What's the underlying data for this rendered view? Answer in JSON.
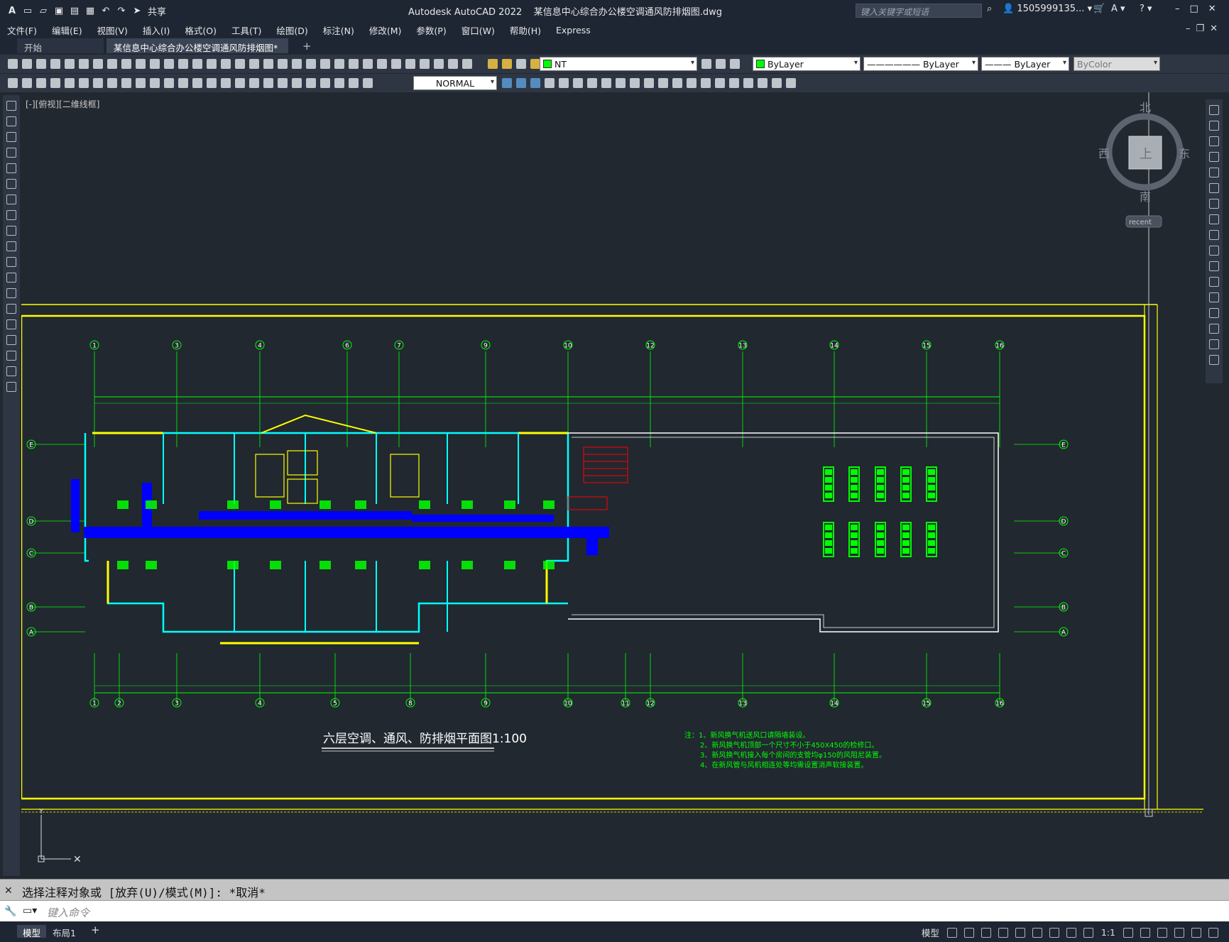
{
  "window": {
    "app_title": "Autodesk AutoCAD 2022",
    "doc_title": "某信息中心综合办公楼空调通风防排烟图.dwg",
    "search_placeholder": "键入关键字或短语",
    "user": "1505999135...",
    "share_label": "共享"
  },
  "menu": [
    "文件(F)",
    "编辑(E)",
    "视图(V)",
    "插入(I)",
    "格式(O)",
    "工具(T)",
    "绘图(D)",
    "标注(N)",
    "修改(M)",
    "参数(P)",
    "窗口(W)",
    "帮助(H)",
    "Express"
  ],
  "tabs": [
    {
      "label": "开始"
    },
    {
      "label": "某信息中心综合办公楼空调通风防排烟图*"
    }
  ],
  "toolbar": {
    "layer": "NT",
    "color": "ByLayer",
    "linetype": "ByLayer",
    "lineweight": "ByLayer",
    "plotstyle": "ByColor",
    "text_style": "NORMAL"
  },
  "viewport": {
    "label": "[-][俯视][二维线框]",
    "viewcube": {
      "north": "北",
      "south": "南",
      "east": "东",
      "west": "西",
      "face": "上",
      "recent": "recent"
    }
  },
  "drawing": {
    "title": "六层空调、通风、防排烟平面图1:100",
    "top_grid": [
      "1",
      "3",
      "4",
      "6",
      "7",
      "9",
      "10",
      "12",
      "13",
      "14",
      "15",
      "16"
    ],
    "bottom_grid": [
      "1",
      "2",
      "3",
      "4",
      "5",
      "8",
      "9",
      "10",
      "11",
      "12",
      "13",
      "14",
      "15",
      "16"
    ],
    "side_grid": [
      "E",
      "D",
      "C",
      "B",
      "A"
    ],
    "notes": [
      "注：1、新风换气机送风口请隔墙装设。",
      "2、新风换气机顶部一个尺寸不小于450X450的检修口。",
      "3、新风换气机接入每个房间的支管均φ150的风阻尼装置。",
      "4、在新风管与风机相连处等均需设置消声软接装置。"
    ]
  },
  "command": {
    "history": "选择注释对象或 [放弃(U)/模式(M)]: *取消*",
    "placeholder": "键入命令"
  },
  "status": {
    "layouts": [
      "模型",
      "布局1"
    ],
    "model_label": "模型",
    "scale": "1:1"
  }
}
